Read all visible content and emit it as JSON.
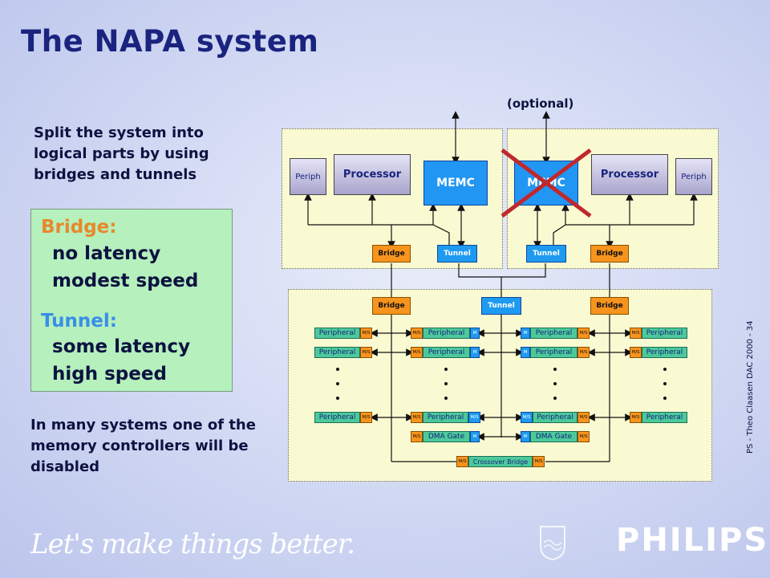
{
  "title": "The NAPA system",
  "intro_text": "Split the system into logical parts by using bridges and tunnels",
  "definitions": {
    "bridge_label": "Bridge:",
    "bridge_props": [
      "no latency",
      "modest speed"
    ],
    "tunnel_label": "Tunnel:",
    "tunnel_props": [
      "some latency",
      "high speed"
    ]
  },
  "bottom_text": "In many systems one of the memory controllers will be disabled",
  "diagram": {
    "optional_label": "(optional)",
    "top_left": {
      "periph": "Periph",
      "processor": "Processor",
      "memc": "MEMC",
      "bridge": "Bridge",
      "tunnel": "Tunnel"
    },
    "top_right": {
      "memc": "MEMC",
      "processor": "Processor",
      "periph": "Periph",
      "tunnel": "Tunnel",
      "bridge": "Bridge"
    },
    "lower": {
      "bridge_left": "Bridge",
      "tunnel": "Tunnel",
      "bridge_right": "Bridge",
      "peripheral": "Peripheral",
      "dma_gate": "DMA Gate",
      "crossover_bridge": "Crossover Bridge",
      "port_ms": "M/S",
      "port_m": "M"
    }
  },
  "footer": "PS - Theo Claasen DAC 2000 - 34",
  "slogan": "Let's make things better.",
  "brand": "PHILIPS",
  "colors": {
    "title": "#1a237e",
    "bridge": "#f7941d",
    "tunnel": "#1e9bf0",
    "memc": "#2196f3",
    "panel": "#fafad2",
    "peripheral": "#4cc99b",
    "cross": "#c0282d"
  }
}
